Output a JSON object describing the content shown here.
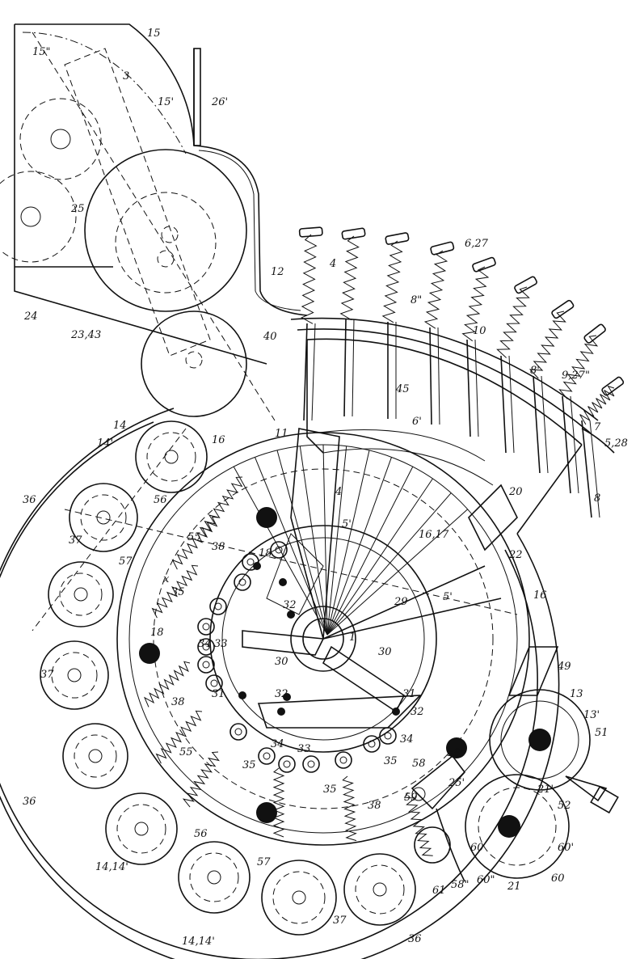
{
  "labels": [
    {
      "id": "l15",
      "text": "15"
    },
    {
      "id": "l15b",
      "text": "15\""
    },
    {
      "id": "l3",
      "text": "3"
    },
    {
      "id": "l15a",
      "text": "15'"
    },
    {
      "id": "l26",
      "text": "26'"
    },
    {
      "id": "l25",
      "text": "25"
    },
    {
      "id": "l24",
      "text": "24"
    },
    {
      "id": "l2343",
      "text": "23,43"
    },
    {
      "id": "l12",
      "text": "12"
    },
    {
      "id": "l4a",
      "text": "4"
    },
    {
      "id": "l627",
      "text": "6,27"
    },
    {
      "id": "l8b",
      "text": "8\""
    },
    {
      "id": "l10",
      "text": "10"
    },
    {
      "id": "l8a",
      "text": "8'"
    },
    {
      "id": "l927",
      "text": "9,27\""
    },
    {
      "id": "l40",
      "text": "40"
    },
    {
      "id": "l45",
      "text": "45"
    },
    {
      "id": "l6a",
      "text": "6'"
    },
    {
      "id": "l7",
      "text": "7"
    },
    {
      "id": "l528",
      "text": "5,28"
    },
    {
      "id": "l14",
      "text": "14"
    },
    {
      "id": "l14a",
      "text": "14'"
    },
    {
      "id": "l16a",
      "text": "16"
    },
    {
      "id": "l11",
      "text": "11"
    },
    {
      "id": "l4b",
      "text": "4"
    },
    {
      "id": "l20",
      "text": "20"
    },
    {
      "id": "l8c",
      "text": "8"
    },
    {
      "id": "l36a",
      "text": "36"
    },
    {
      "id": "l56a",
      "text": "56"
    },
    {
      "id": "l18a",
      "text": "18"
    },
    {
      "id": "l5a",
      "text": "5'"
    },
    {
      "id": "l1617",
      "text": "16,17"
    },
    {
      "id": "l22",
      "text": "22"
    },
    {
      "id": "l37a",
      "text": "37"
    },
    {
      "id": "l55a",
      "text": "55"
    },
    {
      "id": "l38a",
      "text": "38"
    },
    {
      "id": "l57a",
      "text": "57"
    },
    {
      "id": "lx",
      "text": "x"
    },
    {
      "id": "l35a",
      "text": "35"
    },
    {
      "id": "l32a",
      "text": "32"
    },
    {
      "id": "l29",
      "text": "29"
    },
    {
      "id": "l5b",
      "text": "5'"
    },
    {
      "id": "l16b",
      "text": "16"
    },
    {
      "id": "l1",
      "text": "1"
    },
    {
      "id": "l34a",
      "text": "34"
    },
    {
      "id": "l33a",
      "text": "33"
    },
    {
      "id": "l30a",
      "text": "30"
    },
    {
      "id": "l30b",
      "text": "30"
    },
    {
      "id": "l18b",
      "text": "18"
    },
    {
      "id": "l49",
      "text": "49"
    },
    {
      "id": "l37b",
      "text": "37"
    },
    {
      "id": "l31a",
      "text": "31"
    },
    {
      "id": "l31b",
      "text": "31"
    },
    {
      "id": "l13",
      "text": "13"
    },
    {
      "id": "l13a",
      "text": "13'"
    },
    {
      "id": "l38b",
      "text": "38"
    },
    {
      "id": "l32b",
      "text": "32"
    },
    {
      "id": "l32c",
      "text": "32"
    },
    {
      "id": "l51",
      "text": "51"
    },
    {
      "id": "l55b",
      "text": "55"
    },
    {
      "id": "l34b",
      "text": "34"
    },
    {
      "id": "l33b",
      "text": "33"
    },
    {
      "id": "l34c",
      "text": "34"
    },
    {
      "id": "l35b",
      "text": "35"
    },
    {
      "id": "l35c",
      "text": "35"
    },
    {
      "id": "l58a",
      "text": "58'"
    },
    {
      "id": "l58",
      "text": "58"
    },
    {
      "id": "l25a",
      "text": "25'"
    },
    {
      "id": "l59",
      "text": "59"
    },
    {
      "id": "l21a",
      "text": "21'"
    },
    {
      "id": "l52",
      "text": "52"
    },
    {
      "id": "l36b",
      "text": "36"
    },
    {
      "id": "l38c",
      "text": "38"
    },
    {
      "id": "l35d",
      "text": "35"
    },
    {
      "id": "l56b",
      "text": "56"
    },
    {
      "id": "l57b",
      "text": "57"
    },
    {
      "id": "l1414a",
      "text": "14,14'"
    },
    {
      "id": "l60",
      "text": "60"
    },
    {
      "id": "l60a",
      "text": "60'"
    },
    {
      "id": "l60b",
      "text": "60\""
    },
    {
      "id": "l21",
      "text": "21"
    },
    {
      "id": "l60c",
      "text": "60"
    },
    {
      "id": "l61",
      "text": "61"
    },
    {
      "id": "l58b",
      "text": "58\""
    },
    {
      "id": "l1414b",
      "text": "14,14'"
    },
    {
      "id": "l37c",
      "text": "37"
    },
    {
      "id": "l36c",
      "text": "36"
    }
  ]
}
